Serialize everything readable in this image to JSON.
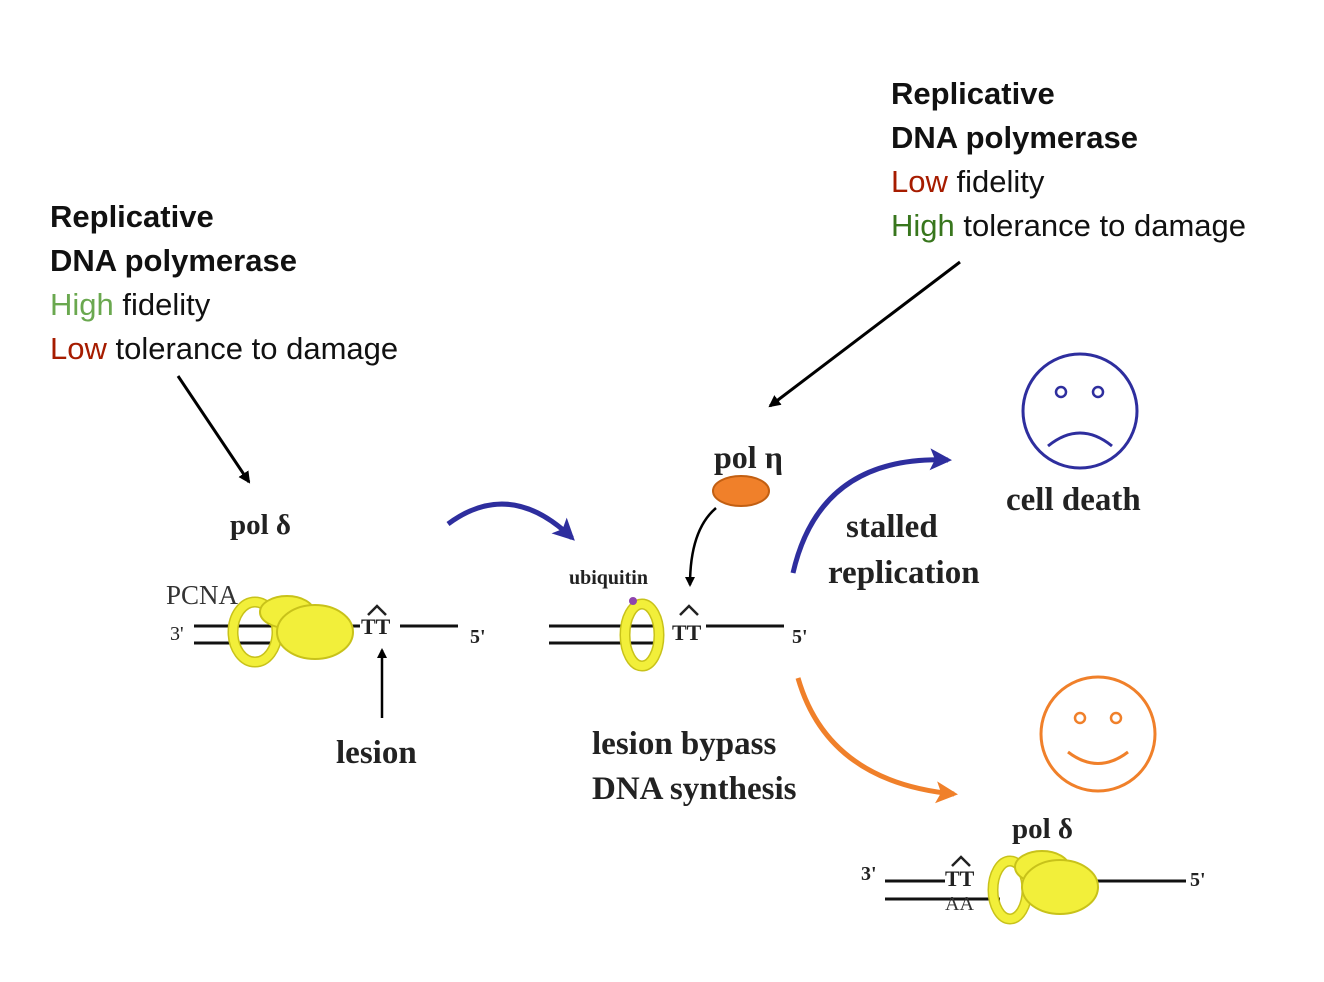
{
  "left_box": {
    "title_line1": "Replicative",
    "title_line2": "DNA polymerase",
    "line3_colored": "High",
    "line3_rest": " fidelity",
    "line4_colored": "Low",
    "line4_rest": " tolerance to damage"
  },
  "right_box": {
    "title_line1": "Replicative",
    "title_line2": "DNA polymerase",
    "line3_colored": "Low",
    "line3_rest": " fidelity",
    "line4_colored": "High",
    "line4_rest": " tolerance to damage"
  },
  "diagram": {
    "pol_delta_1": "pol δ",
    "pcna": "PCNA",
    "three_prime_1": "3'",
    "lesion_tt_1": "TT",
    "five_prime_1": "5'",
    "lesion": "lesion",
    "ubiquitin": "ubiquitin",
    "pol_eta": "pol η",
    "lesion_tt_2": "TT",
    "five_prime_2": "5'",
    "lesion_bypass_1": "lesion bypass",
    "lesion_bypass_2": "DNA synthesis",
    "stalled_1": "stalled",
    "stalled_2": "replication",
    "cell_death": "cell death",
    "pol_delta_2": "pol δ",
    "three_prime_3": "3'",
    "lesion_tt_3": "TT",
    "aa": "AA",
    "five_prime_3": "5'"
  },
  "colors": {
    "green_light": "#6aa84f",
    "green_dark": "#38761d",
    "red": "#a61c00",
    "navy": "#2e2e9e",
    "orange": "#f0802a",
    "yellow": "#f2ef3a",
    "yellow_stroke": "#c8c21a"
  }
}
